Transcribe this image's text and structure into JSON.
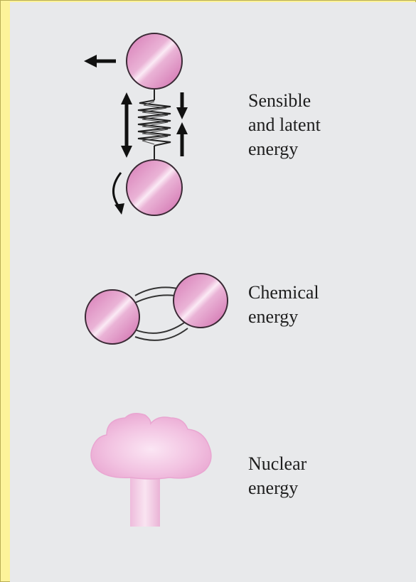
{
  "panels": [
    {
      "id": "sensible-latent",
      "lines": [
        "Sensible",
        "and latent",
        "energy"
      ]
    },
    {
      "id": "chemical",
      "lines": [
        "Chemical",
        "energy"
      ]
    },
    {
      "id": "nuclear",
      "lines": [
        "Nuclear",
        "energy"
      ]
    }
  ],
  "colors": {
    "frame_yellow": "#fdf39a",
    "panel_gray": "#e8e9eb",
    "atom_pink": "#e2a0c9",
    "atom_outline": "#3a2a35",
    "cloud_pink": "#efb5dc"
  },
  "icons": [
    "molecule-spring-icon",
    "diatomic-molecule-icon",
    "mushroom-cloud-icon"
  ]
}
